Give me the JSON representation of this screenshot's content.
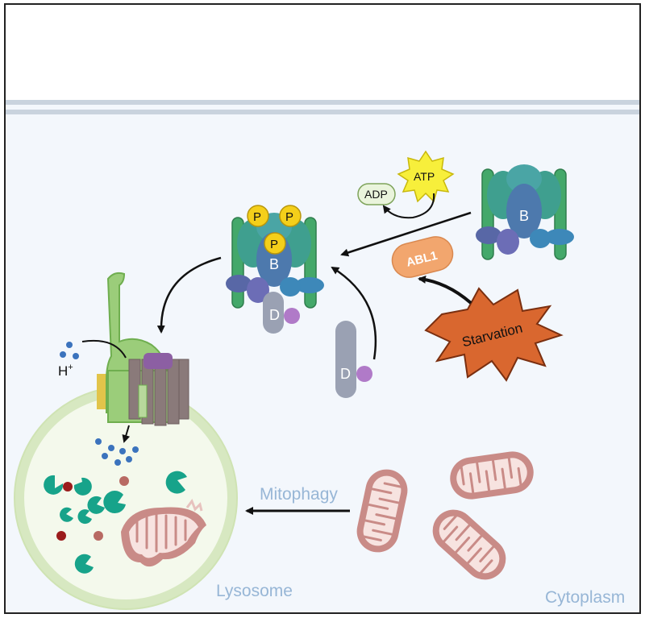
{
  "labels": {
    "adp": "ADP",
    "atp": "ATP",
    "abl1": "ABL1",
    "starvation": "Starvation",
    "subunit_b": "B",
    "subunit_d": "D",
    "phospho": "P",
    "proton": "H",
    "proton_sup": "+",
    "mitophagy": "Mitophagy",
    "lysosome": "Lysosome",
    "cytoplasm": "Cytoplasm"
  },
  "colors": {
    "cytoplasm_bg": "#f3f7fc",
    "membrane": "#c9d3de",
    "vatpase_teal": "#3f9f8f",
    "vatpase_blue": "#4d79ad",
    "vatpase_green": "#44a86a",
    "stalk_grey": "#9aa1b3",
    "phospho_yellow": "#f4cf1a",
    "abl1_orange": "#f2a66e",
    "starvation_orange": "#d9672f",
    "lysosome_green": "#d7e8c1",
    "mito_pink": "#c98b87",
    "proton_blue": "#3b73bd",
    "label_blue": "#97b6d6"
  }
}
